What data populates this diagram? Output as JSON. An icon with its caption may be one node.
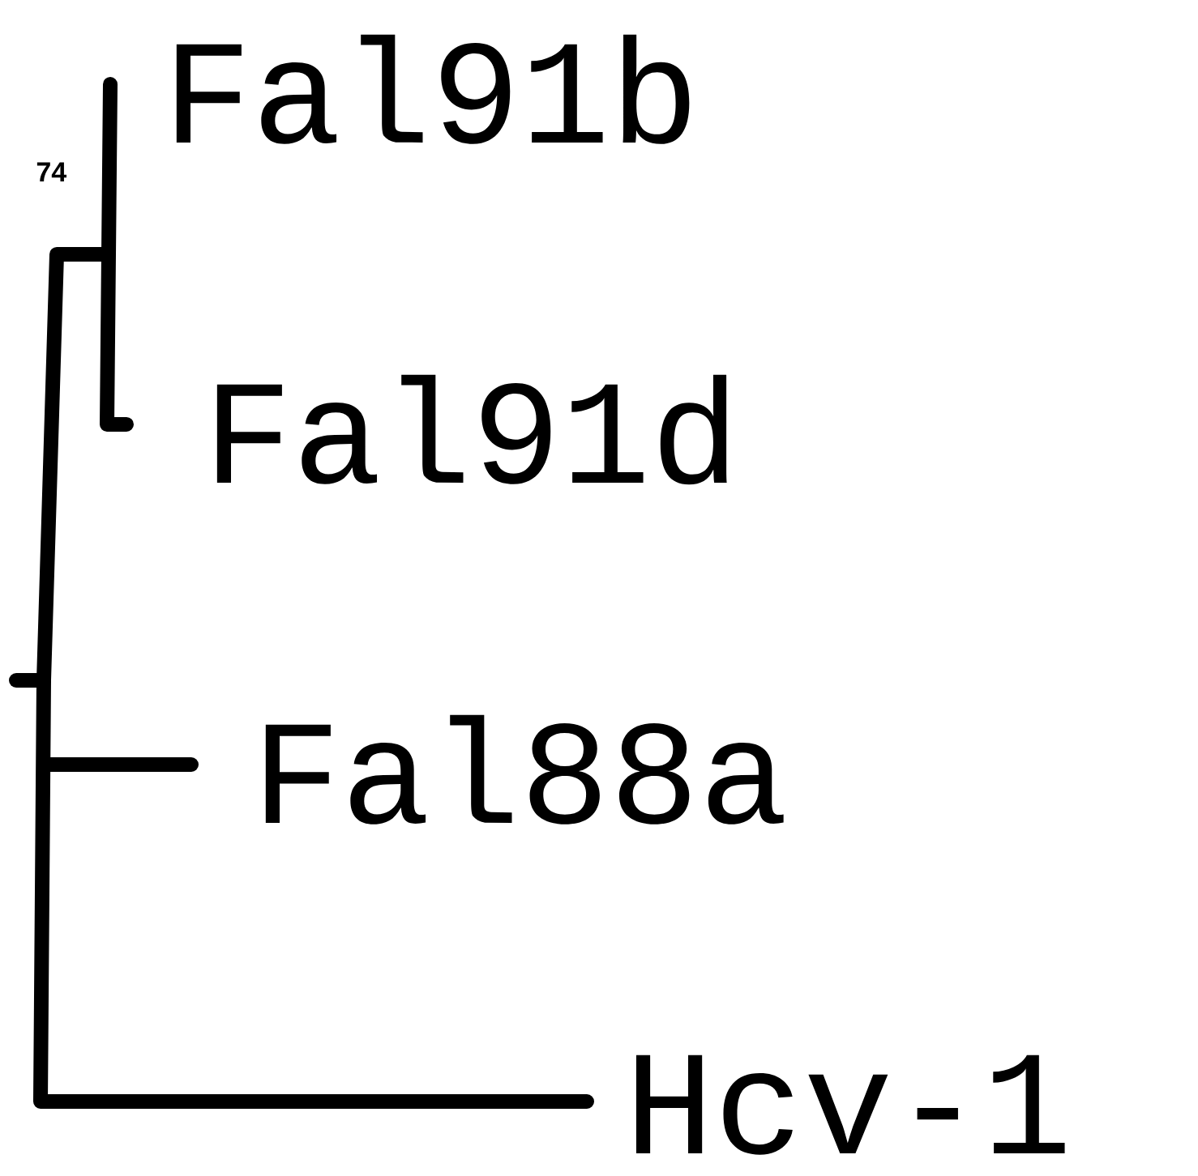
{
  "diagram": {
    "labels": [
      "Fal91b",
      "74",
      "Fal91d",
      "Fal88a",
      "Hcv-1"
    ]
  }
}
